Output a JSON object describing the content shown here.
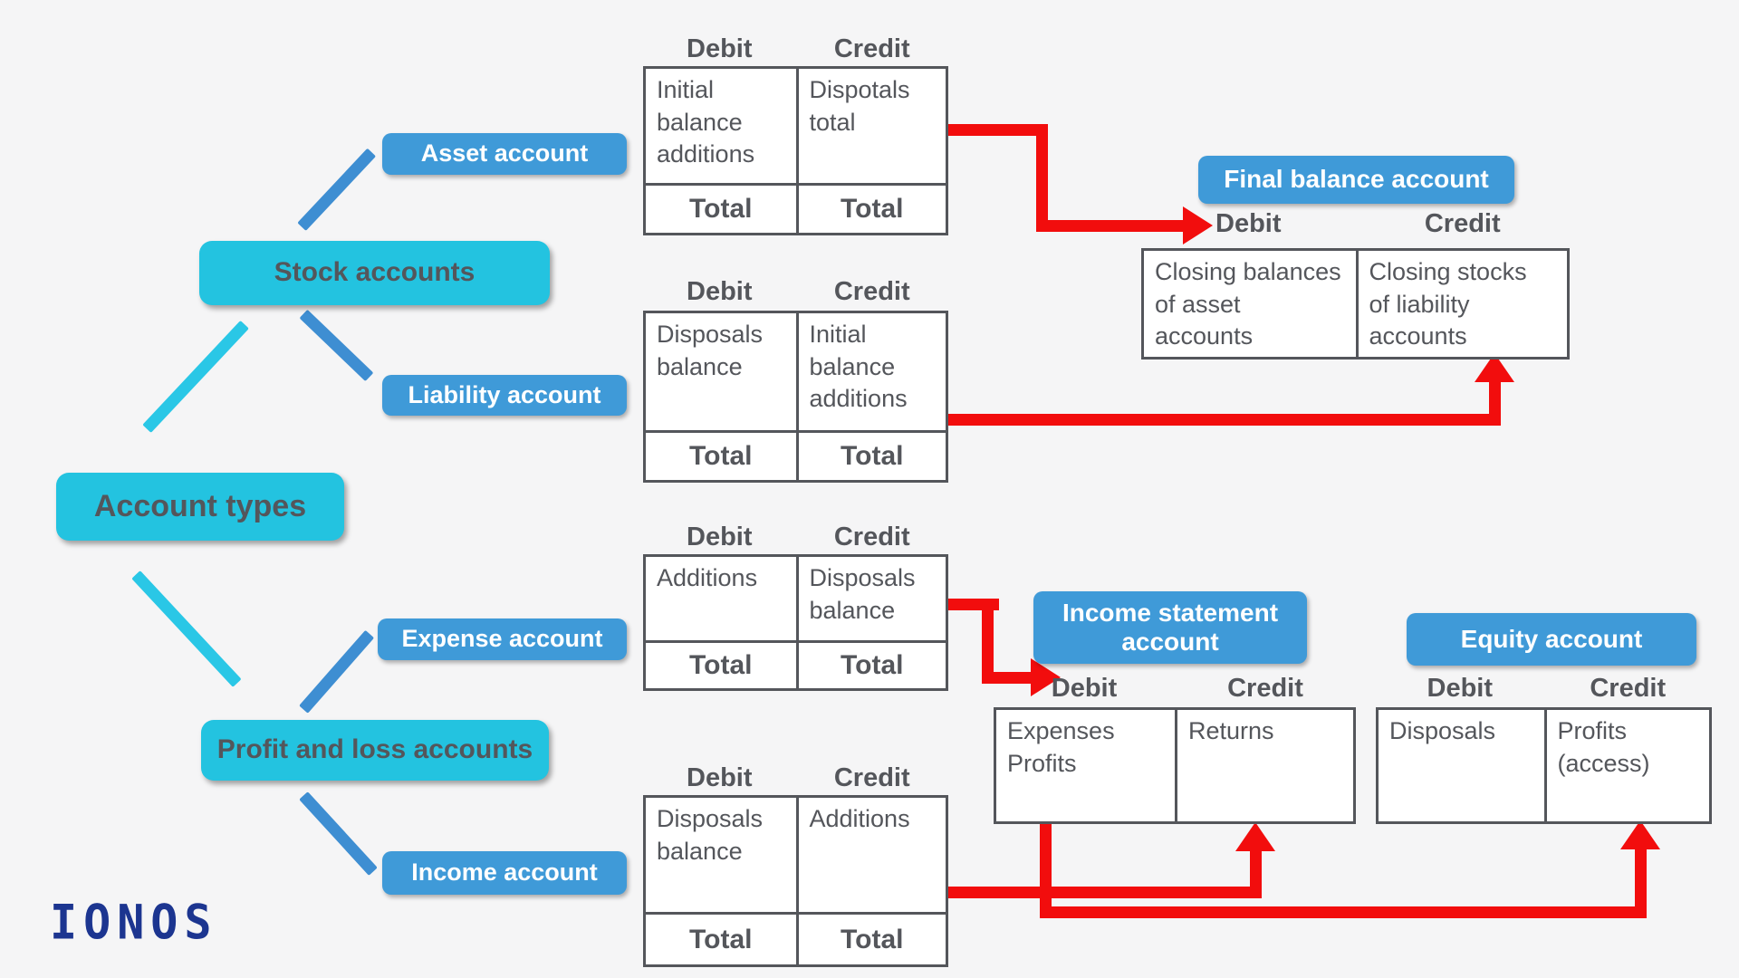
{
  "colors": {
    "background": "#f5f5f6",
    "cyan_box": "#23c3e0",
    "blue_box": "#3f9ad8",
    "dark_text": "#54565b",
    "arrow_red": "#f20d0d",
    "logo_navy": "#1c3590"
  },
  "boxes": {
    "account_types": "Account types",
    "stock_accounts": "Stock accounts",
    "profit_loss_accounts": "Profit and loss accounts",
    "asset_account": "Asset account",
    "liability_account": "Liability account",
    "expense_account": "Expense account",
    "income_account": "Income account",
    "final_balance_account": "Final balance account",
    "income_statement_account": "Income statement account",
    "equity_account": "Equity account"
  },
  "tables": {
    "asset": {
      "debit_header": "Debit",
      "credit_header": "Credit",
      "debit": "Initial\nbalance\nadditions",
      "credit": "Dispotals\ntotal",
      "debit_total": "Total",
      "credit_total": "Total"
    },
    "liability": {
      "debit_header": "Debit",
      "credit_header": "Credit",
      "debit": "Disposals\nbalance",
      "credit": "Initial\nbalance\nadditions",
      "debit_total": "Total",
      "credit_total": "Total"
    },
    "expense": {
      "debit_header": "Debit",
      "credit_header": "Credit",
      "debit": "Additions",
      "credit": "Disposals\nbalance",
      "debit_total": "Total",
      "credit_total": "Total"
    },
    "income": {
      "debit_header": "Debit",
      "credit_header": "Credit",
      "debit": "Disposals\nbalance",
      "credit": "Additions",
      "debit_total": "Total",
      "credit_total": "Total"
    },
    "final_balance": {
      "debit_header": "Debit",
      "credit_header": "Credit",
      "debit": "Closing balances\nof asset\naccounts",
      "credit": "Closing stocks\nof liability\naccounts"
    },
    "income_statement": {
      "debit_header": "Debit",
      "credit_header": "Credit",
      "debit": "Expenses\nProfits",
      "credit": "Returns"
    },
    "equity": {
      "debit_header": "Debit",
      "credit_header": "Credit",
      "debit": "Disposals",
      "credit": "Profits\n(access)"
    }
  },
  "logo": "IONOS"
}
